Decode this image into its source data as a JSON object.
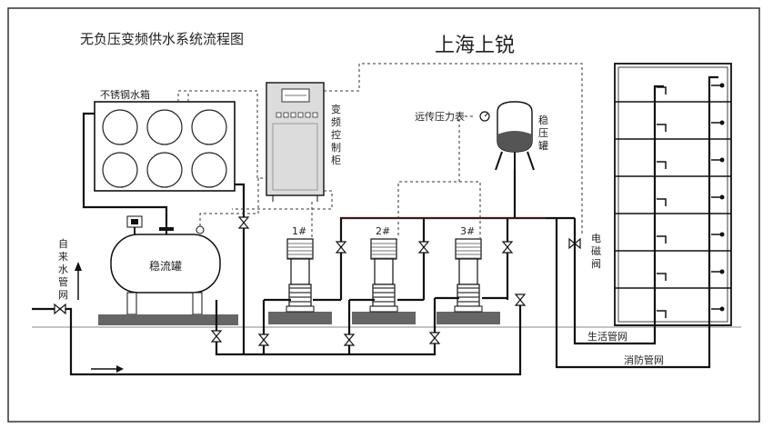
{
  "title": "无负压变频供水系统流程图",
  "brand": "上海上锐",
  "labels": {
    "water_tank": "不锈钢水箱",
    "vfd_cabinet": "变频控制柜",
    "remote_gauge": "远传压力表",
    "pressure_tank": "稳压罐",
    "buffer_tank": "稳流罐",
    "city_water": "自来水管网",
    "solenoid_valve": "电磁阀",
    "domestic_net": "生活管网",
    "fire_net": "消防管网"
  },
  "pumps": [
    {
      "label": "1#"
    },
    {
      "label": "2#"
    },
    {
      "label": "3#"
    }
  ],
  "building": {
    "floors": 7
  },
  "colors": {
    "pipe": "#111111",
    "dashed": "#333333",
    "pipe_red": "#7a1a1a",
    "cabinet": "#dcdcdc",
    "base": "#666666"
  }
}
